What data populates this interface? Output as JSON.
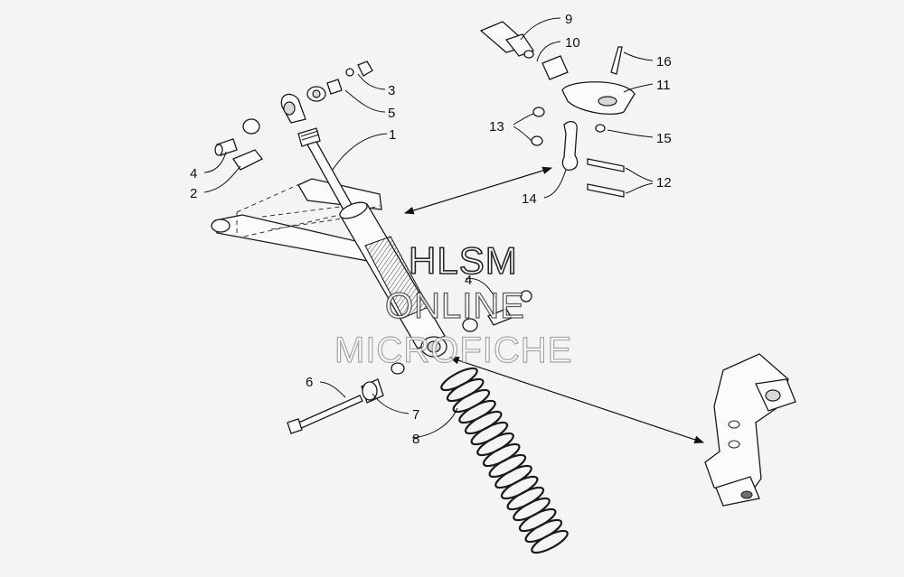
{
  "watermark": {
    "line1": "HLSM",
    "line2": "ONLINE",
    "line3": "MICROFICHE"
  },
  "callouts": [
    {
      "id": "c1",
      "text": "1"
    },
    {
      "id": "c2",
      "text": "2"
    },
    {
      "id": "c3",
      "text": "3"
    },
    {
      "id": "c4a",
      "text": "4"
    },
    {
      "id": "c4b",
      "text": "4"
    },
    {
      "id": "c5",
      "text": "5"
    },
    {
      "id": "c6",
      "text": "6"
    },
    {
      "id": "c7",
      "text": "7"
    },
    {
      "id": "c8",
      "text": "8"
    },
    {
      "id": "c9",
      "text": "9"
    },
    {
      "id": "c10",
      "text": "10"
    },
    {
      "id": "c11",
      "text": "11"
    },
    {
      "id": "c12",
      "text": "12"
    },
    {
      "id": "c13",
      "text": "13"
    },
    {
      "id": "c14",
      "text": "14"
    },
    {
      "id": "c15",
      "text": "15"
    },
    {
      "id": "c16",
      "text": "16"
    }
  ],
  "colors": {
    "background": "#f4f4f4",
    "ink": "#1a1a1a"
  }
}
